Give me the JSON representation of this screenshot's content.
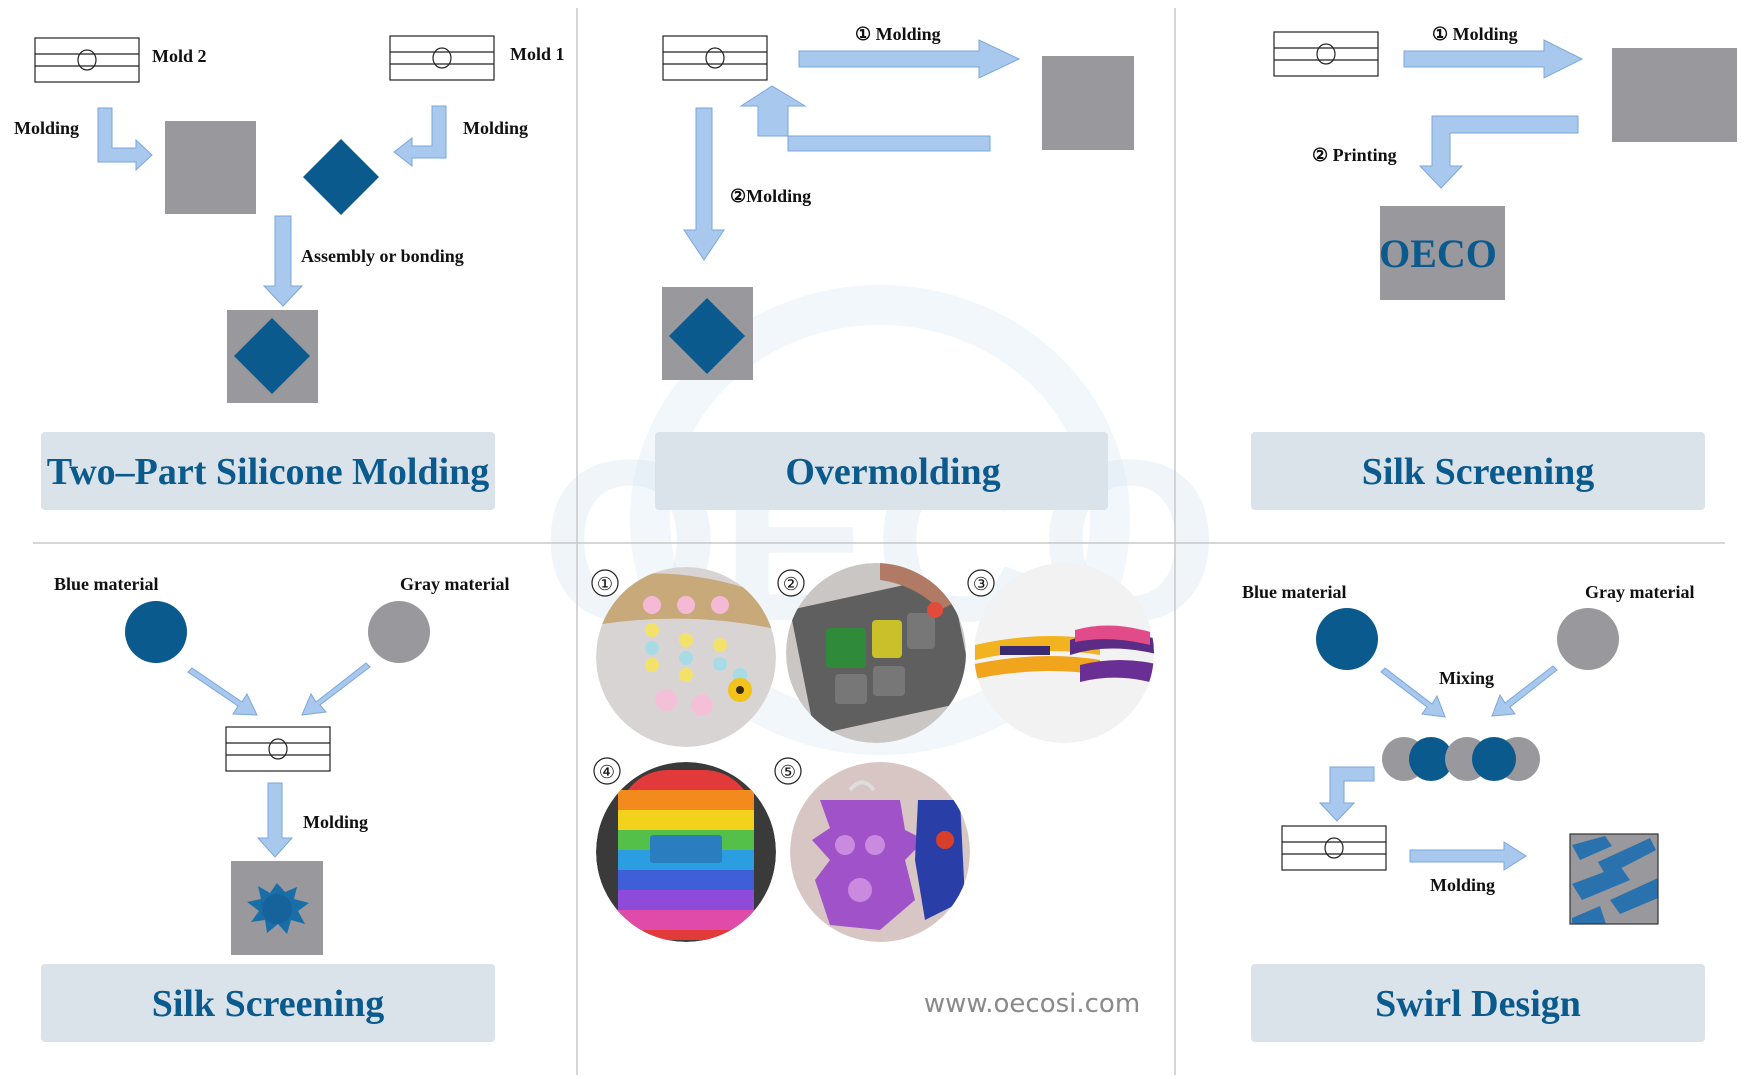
{
  "watermark": "OECO",
  "colors": {
    "blue": "#0b5a8e",
    "gray": "#98989d",
    "title_box": "#dbe3ea",
    "arrow": "#a8c8ee"
  },
  "panels": {
    "two_part": {
      "title": "Two–Part Silicone Molding",
      "mold2": "Mold 2",
      "mold1": "Mold 1",
      "molding_left": "Molding",
      "molding_right": "Molding",
      "assembly": "Assembly or bonding"
    },
    "overmolding": {
      "title": "Overmolding",
      "step1": "① Molding",
      "step2": "②Molding"
    },
    "silk_top": {
      "title": "Silk Screening",
      "step1": "① Molding",
      "step2": "② Printing",
      "logo": "OECO"
    },
    "silk_bottom": {
      "title": "Silk Screening",
      "blue_material": "Blue material",
      "gray_material": "Gray material",
      "molding": "Molding"
    },
    "examples": {
      "markers": [
        "①",
        "②",
        "③",
        "④",
        "⑤"
      ],
      "url": "www.oecosi.com"
    },
    "swirl": {
      "title": "Swirl Design",
      "blue_material": "Blue material",
      "gray_material": "Gray material",
      "mixing": "Mixing",
      "molding": "Molding"
    }
  }
}
